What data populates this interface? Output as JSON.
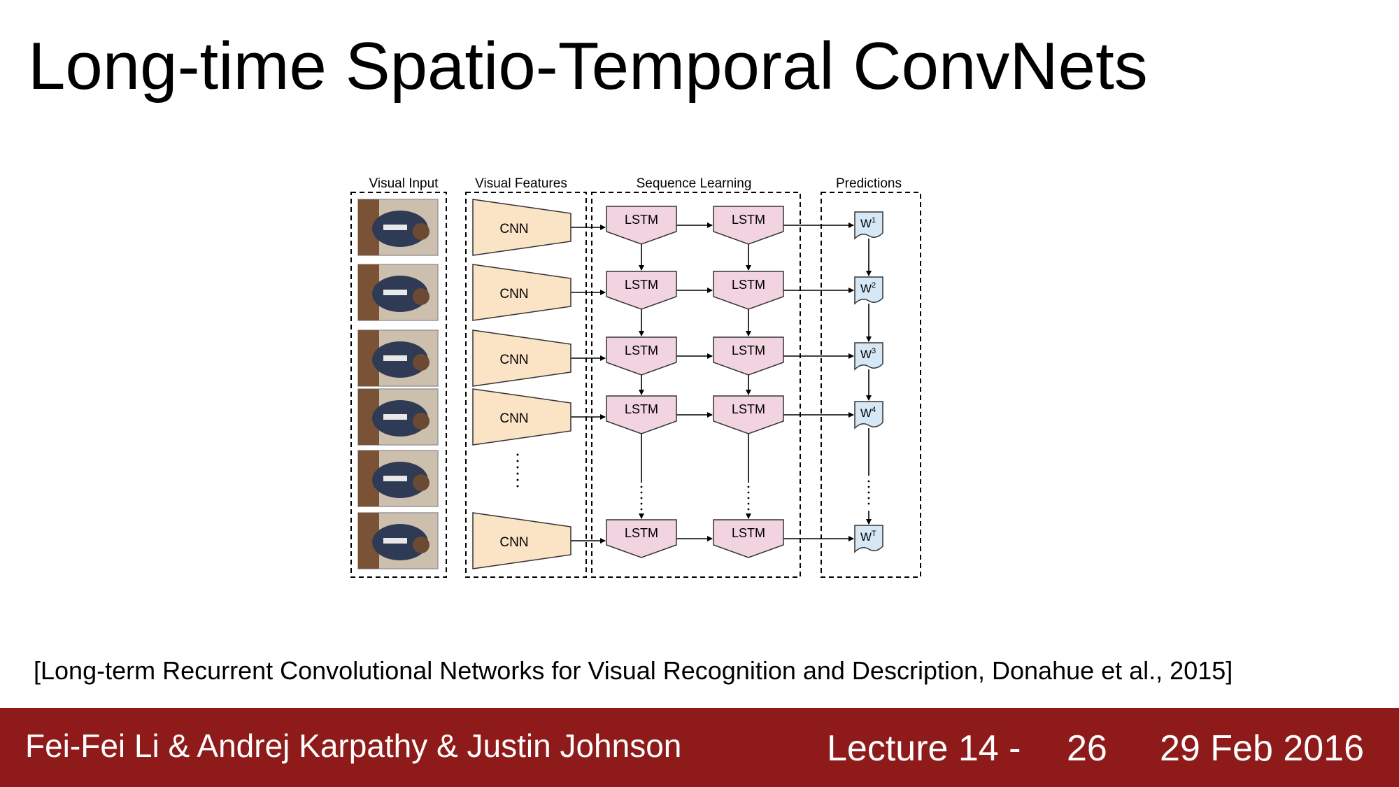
{
  "slide": {
    "title": "Long-time Spatio-Temporal ConvNets",
    "citation": "[Long-term Recurrent Convolutional Networks for Visual Recognition and Description, Donahue et al., 2015]"
  },
  "footer": {
    "authors": "Fei-Fei Li & Andrej Karpathy & Justin Johnson",
    "lecture": "Lecture 14 -",
    "page": "26",
    "date": "29 Feb 2016",
    "background_color": "#8f1a1a"
  },
  "diagram": {
    "section_headers": {
      "visual_input": "Visual Input",
      "visual_features": "Visual Features",
      "sequence_learning": "Sequence Learning",
      "predictions": "Predictions"
    },
    "cnn_label": "CNN",
    "lstm_label": "LSTM",
    "prediction_labels": [
      "W1",
      "W2",
      "W3",
      "W4",
      "WT"
    ],
    "prediction_base": "W",
    "prediction_superscripts": [
      "1",
      "2",
      "3",
      "4",
      "T"
    ],
    "colors": {
      "cnn_fill": "#fbe3c6",
      "lstm_fill": "#f2d4e0",
      "prediction_fill": "#d6e7f6",
      "frame_dark": "#2f3b55",
      "frame_floor": "#7a5236"
    }
  }
}
